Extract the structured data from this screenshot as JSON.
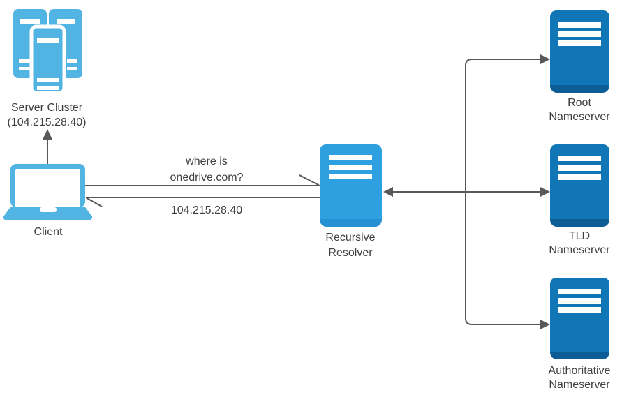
{
  "colors": {
    "light_blue": "#52B4E2",
    "resolver_blue": "#2E9FDF",
    "resolver_dark": "#2590D3",
    "nameserver_blue": "#1176B5",
    "nameserver_dark": "#0C5D95",
    "line_gray": "#595959",
    "text": "#404040",
    "white": "#FFFFFF"
  },
  "nodes": {
    "server_cluster": {
      "label": "Server Cluster",
      "ip": "(104.215.28.40)",
      "icon": "server-cluster-icon"
    },
    "client": {
      "label": "Client",
      "icon": "laptop-icon"
    },
    "recursive_resolver": {
      "label_line1": "Recursive",
      "label_line2": "Resolver",
      "icon": "server-icon"
    },
    "root_nameserver": {
      "label_line1": "Root",
      "label_line2": "Nameserver",
      "icon": "server-icon"
    },
    "tld_nameserver": {
      "label_line1": "TLD",
      "label_line2": "Nameserver",
      "icon": "server-icon"
    },
    "authoritative_nameserver": {
      "label_line1": "Authoritative",
      "label_line2": "Nameserver",
      "icon": "server-icon"
    }
  },
  "edges": {
    "client_to_resolver_query": {
      "label_line1": "where is",
      "label_line2": "onedrive.com?"
    },
    "resolver_to_client_response": {
      "label": "104.215.28.40"
    }
  }
}
